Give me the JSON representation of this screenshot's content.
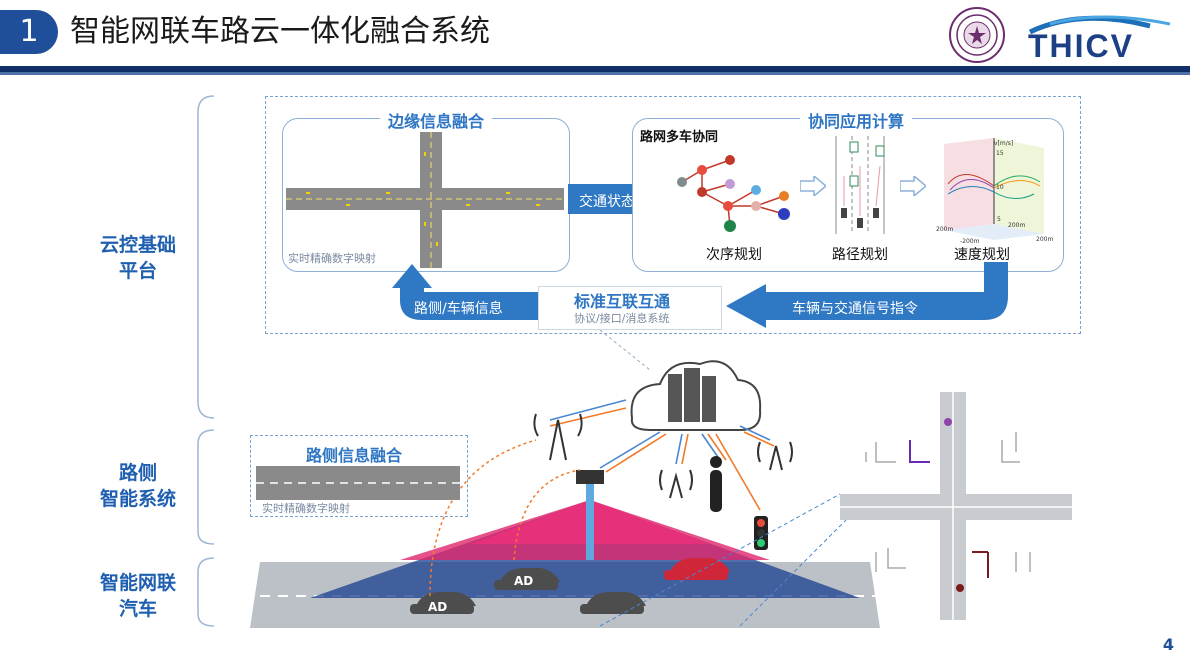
{
  "header": {
    "section_number": "1",
    "title": "智能网联车路云一体化融合系统",
    "logo_text": "THICV"
  },
  "left_labels": {
    "cloud": [
      "云控基础",
      "平台"
    ],
    "roadside": [
      "路侧",
      "智能系统"
    ],
    "vehicle": [
      "智能网联",
      "汽车"
    ]
  },
  "cloud_platform": {
    "edge_fusion_title": "边缘信息融合",
    "edge_fusion_caption": "实时精确数字映射",
    "traffic_state_arrow": "交通状态",
    "coop_compute_title": "协同应用计算",
    "network_coop_label": "路网多车协同",
    "plans": [
      "次序规划",
      "路径规划",
      "速度规划"
    ],
    "return_arrow": "车辆与交通信号指令",
    "standard_title": "标准互联互通",
    "standard_subtitle": "协议/接口/消息系统",
    "upload_arrow": "路侧/车辆信息",
    "speed_plot_labels": {
      "v_axis": "v[m/s]",
      "v15": "15",
      "v10": "10",
      "v5": "5",
      "x200_left": "200m",
      "x200_right": "200m",
      "x200_mid": "200m",
      "neg200": "-200m"
    }
  },
  "roadside": {
    "fusion_title": "路侧信息融合",
    "fusion_caption": "实时精确数字映射"
  },
  "vehicles": {
    "ad_label_1": "AD",
    "ad_label_2": "AD"
  },
  "page_number": "4",
  "colors": {
    "primary_blue": "#1f4e9a",
    "label_blue": "#1f5fb0",
    "arrow_blue": "#2f79c4",
    "orange": "#f07a2a",
    "pink_zone": "#e0256c"
  }
}
